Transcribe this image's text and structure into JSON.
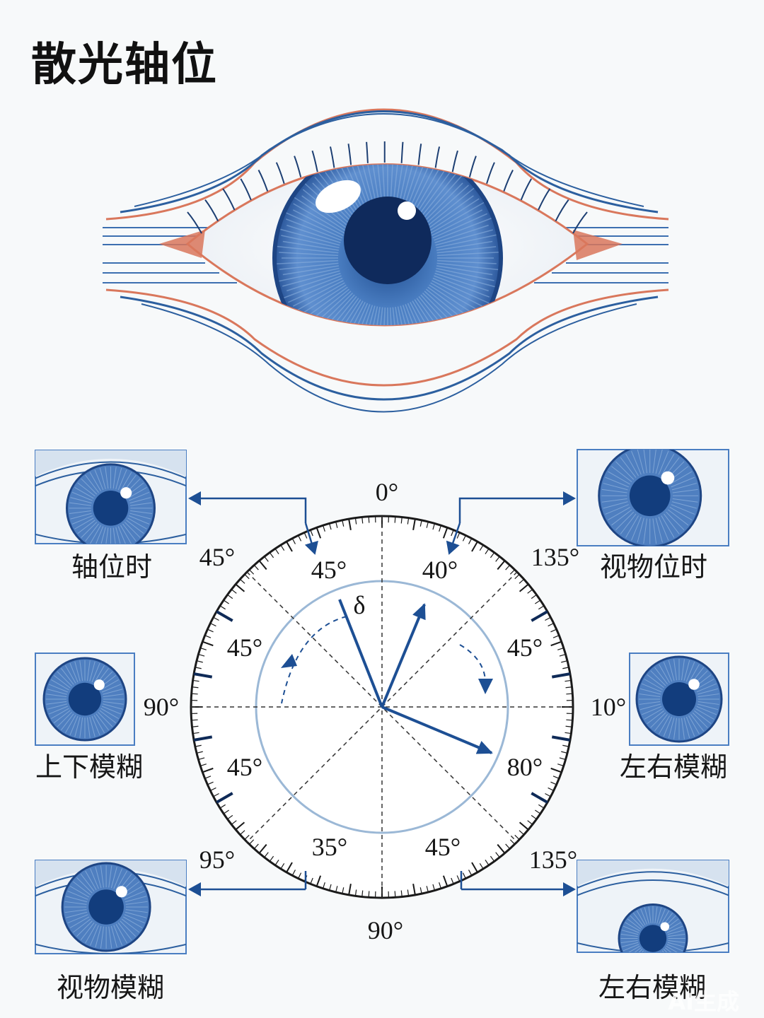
{
  "title": "散光轴位",
  "colors": {
    "iris": "#3f6fb4",
    "pupil": "#0f2a5c",
    "lid_blue": "#2c5f9f",
    "lid_red": "#d9775c",
    "arrow": "#1d4f94",
    "dial_circle": "#9bb8d6"
  },
  "panels": {
    "top_left": "轴位时",
    "top_right": "视物位时",
    "mid_left": "上下模糊",
    "mid_right": "左右模糊",
    "bottom_left": "视物模糊",
    "bottom_right": "左右模糊"
  },
  "dial": {
    "top": "0°",
    "bottom": "90°",
    "left": "90°",
    "right": "10°",
    "outer_top_left": "45°",
    "outer_top_right": "135°",
    "outer_bottom_left": "95°",
    "outer_bottom_right": "135°",
    "inner_upper_left": "45°",
    "inner_upper_right": "40°",
    "inner_left_upper": "45°",
    "inner_right_upper": "45°",
    "inner_left_lower": "45°",
    "inner_right_lower": "80°",
    "inner_lower_left": "35°",
    "inner_lower_right": "45°",
    "delta": "δ"
  },
  "watermark": "AI生成",
  "icons": [
    "eye-illustration",
    "arrow-icon",
    "dashed-curve-arrow-icon"
  ]
}
